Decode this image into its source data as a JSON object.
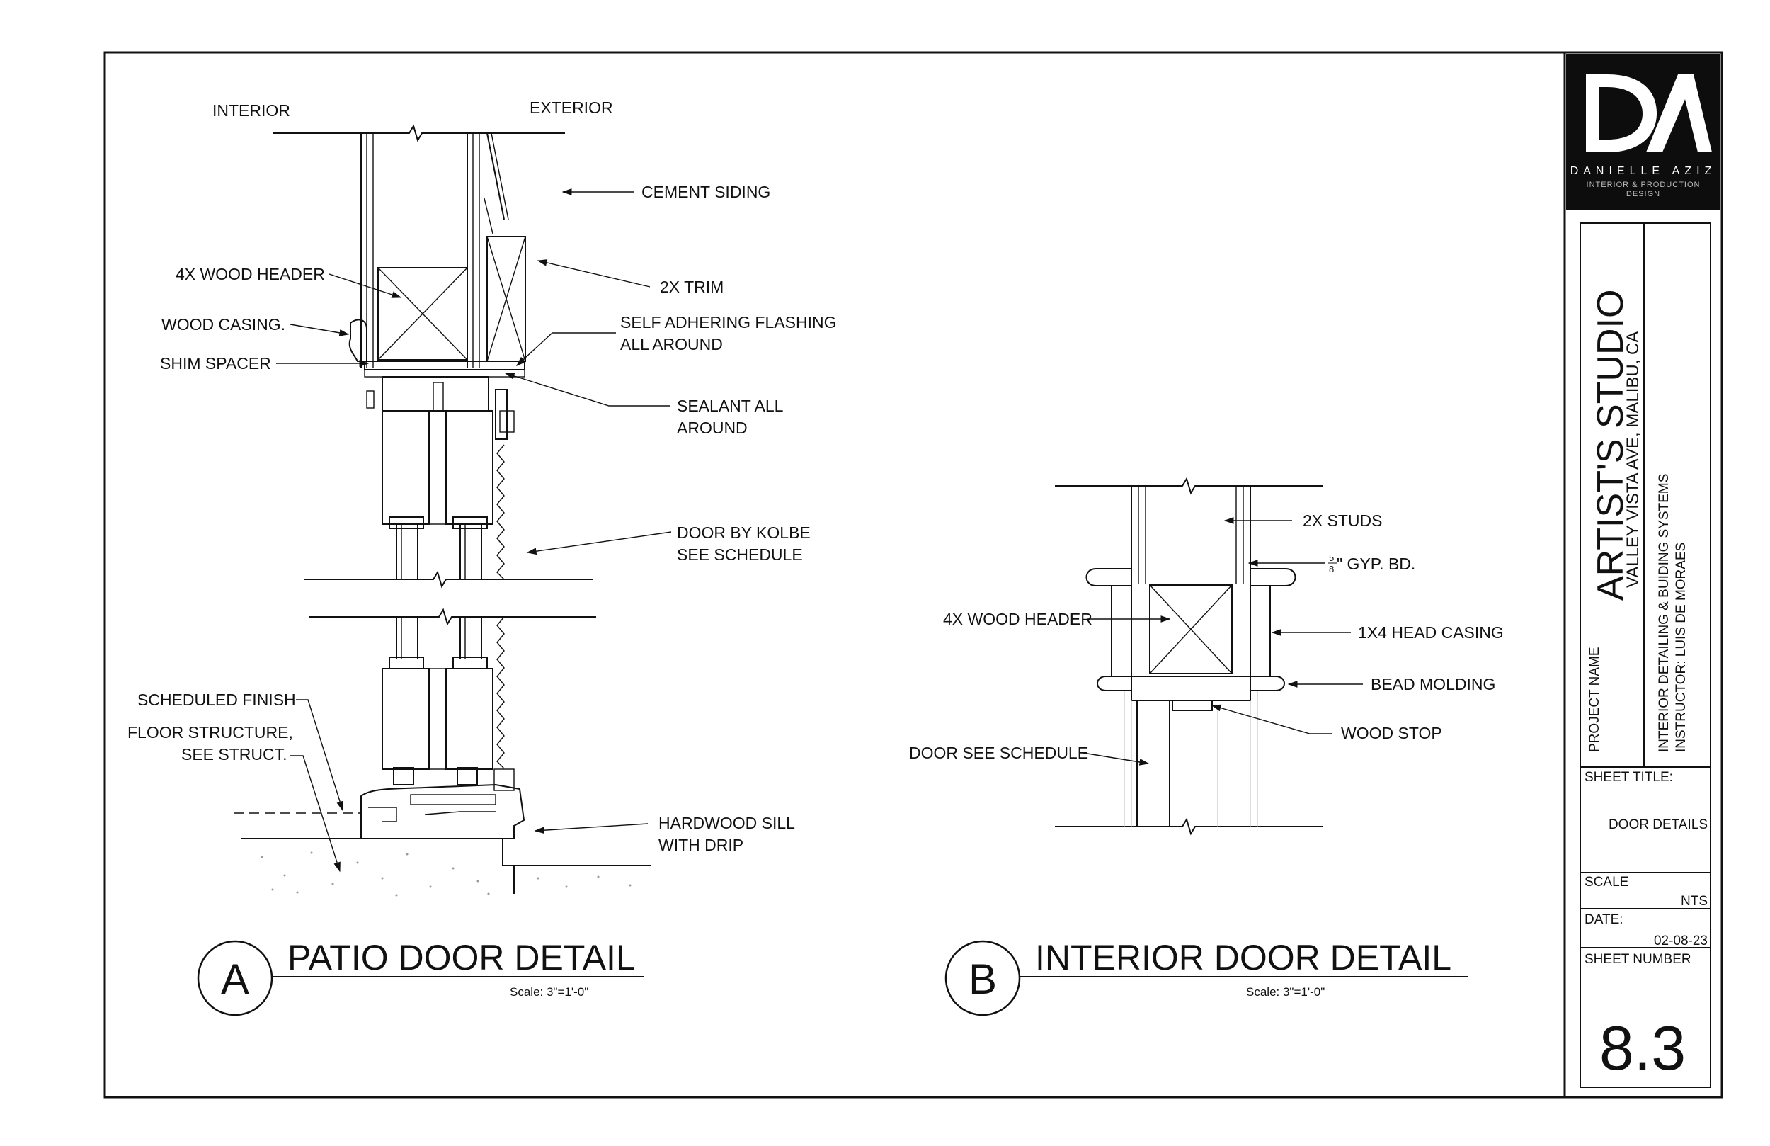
{
  "logo": {
    "monogram": "DA",
    "name": "DANIELLE AZIZ",
    "tagline_1": "INTERIOR & PRODUCTION",
    "tagline_2": "DESIGN"
  },
  "title_block": {
    "project_name_label": "PROJECT NAME",
    "project_name": "ARTIST'S STUDIO",
    "address": "VALLEY VISTA AVE, MALIBU, CA",
    "course": "INTERIOR DETAILING & BUIDING SYSTEMS",
    "instructor": "INSTRUCTOR: LUIS DE MORAES",
    "sheet_title_label": "SHEET TITLE:",
    "sheet_title": "DOOR DETAILS",
    "scale_label": "SCALE",
    "scale": "NTS",
    "date_label": "DATE:",
    "date": "02-08-23",
    "sheet_number_label": "SHEET NUMBER",
    "sheet_number": "8.3"
  },
  "detail_a": {
    "letter": "A",
    "title": "PATIO DOOR DETAIL",
    "scale": "Scale: 3\"=1'-0\"",
    "labels": {
      "interior": "INTERIOR",
      "exterior": "EXTERIOR",
      "cement_siding": "CEMENT SIDING",
      "wood_header": "4X WOOD HEADER",
      "trim": "2X TRIM",
      "wood_casing": "WOOD CASING.",
      "flashing_1": "SELF ADHERING FLASHING",
      "flashing_2": "ALL AROUND",
      "shim": "SHIM SPACER",
      "sealant_1": "SEALANT ALL",
      "sealant_2": "AROUND",
      "door_1": "DOOR BY KOLBE",
      "door_2": "SEE SCHEDULE",
      "finish": "SCHEDULED FINISH",
      "floor_1": "FLOOR STRUCTURE,",
      "floor_2": "SEE STRUCT.",
      "sill_1": "HARDWOOD SILL",
      "sill_2": "WITH DRIP"
    }
  },
  "detail_b": {
    "letter": "B",
    "title": "INTERIOR DOOR DETAIL",
    "scale": "Scale: 3\"=1'-0\"",
    "labels": {
      "studs": "2X STUDS",
      "gyp_fraction_num": "5",
      "gyp_fraction_den": "8",
      "gyp": "\" GYP. BD.",
      "header": "4X WOOD HEADER",
      "head_casing": "1X4 HEAD CASING",
      "bead": "BEAD MOLDING",
      "stop": "WOOD STOP",
      "door": "DOOR SEE SCHEDULE"
    }
  }
}
